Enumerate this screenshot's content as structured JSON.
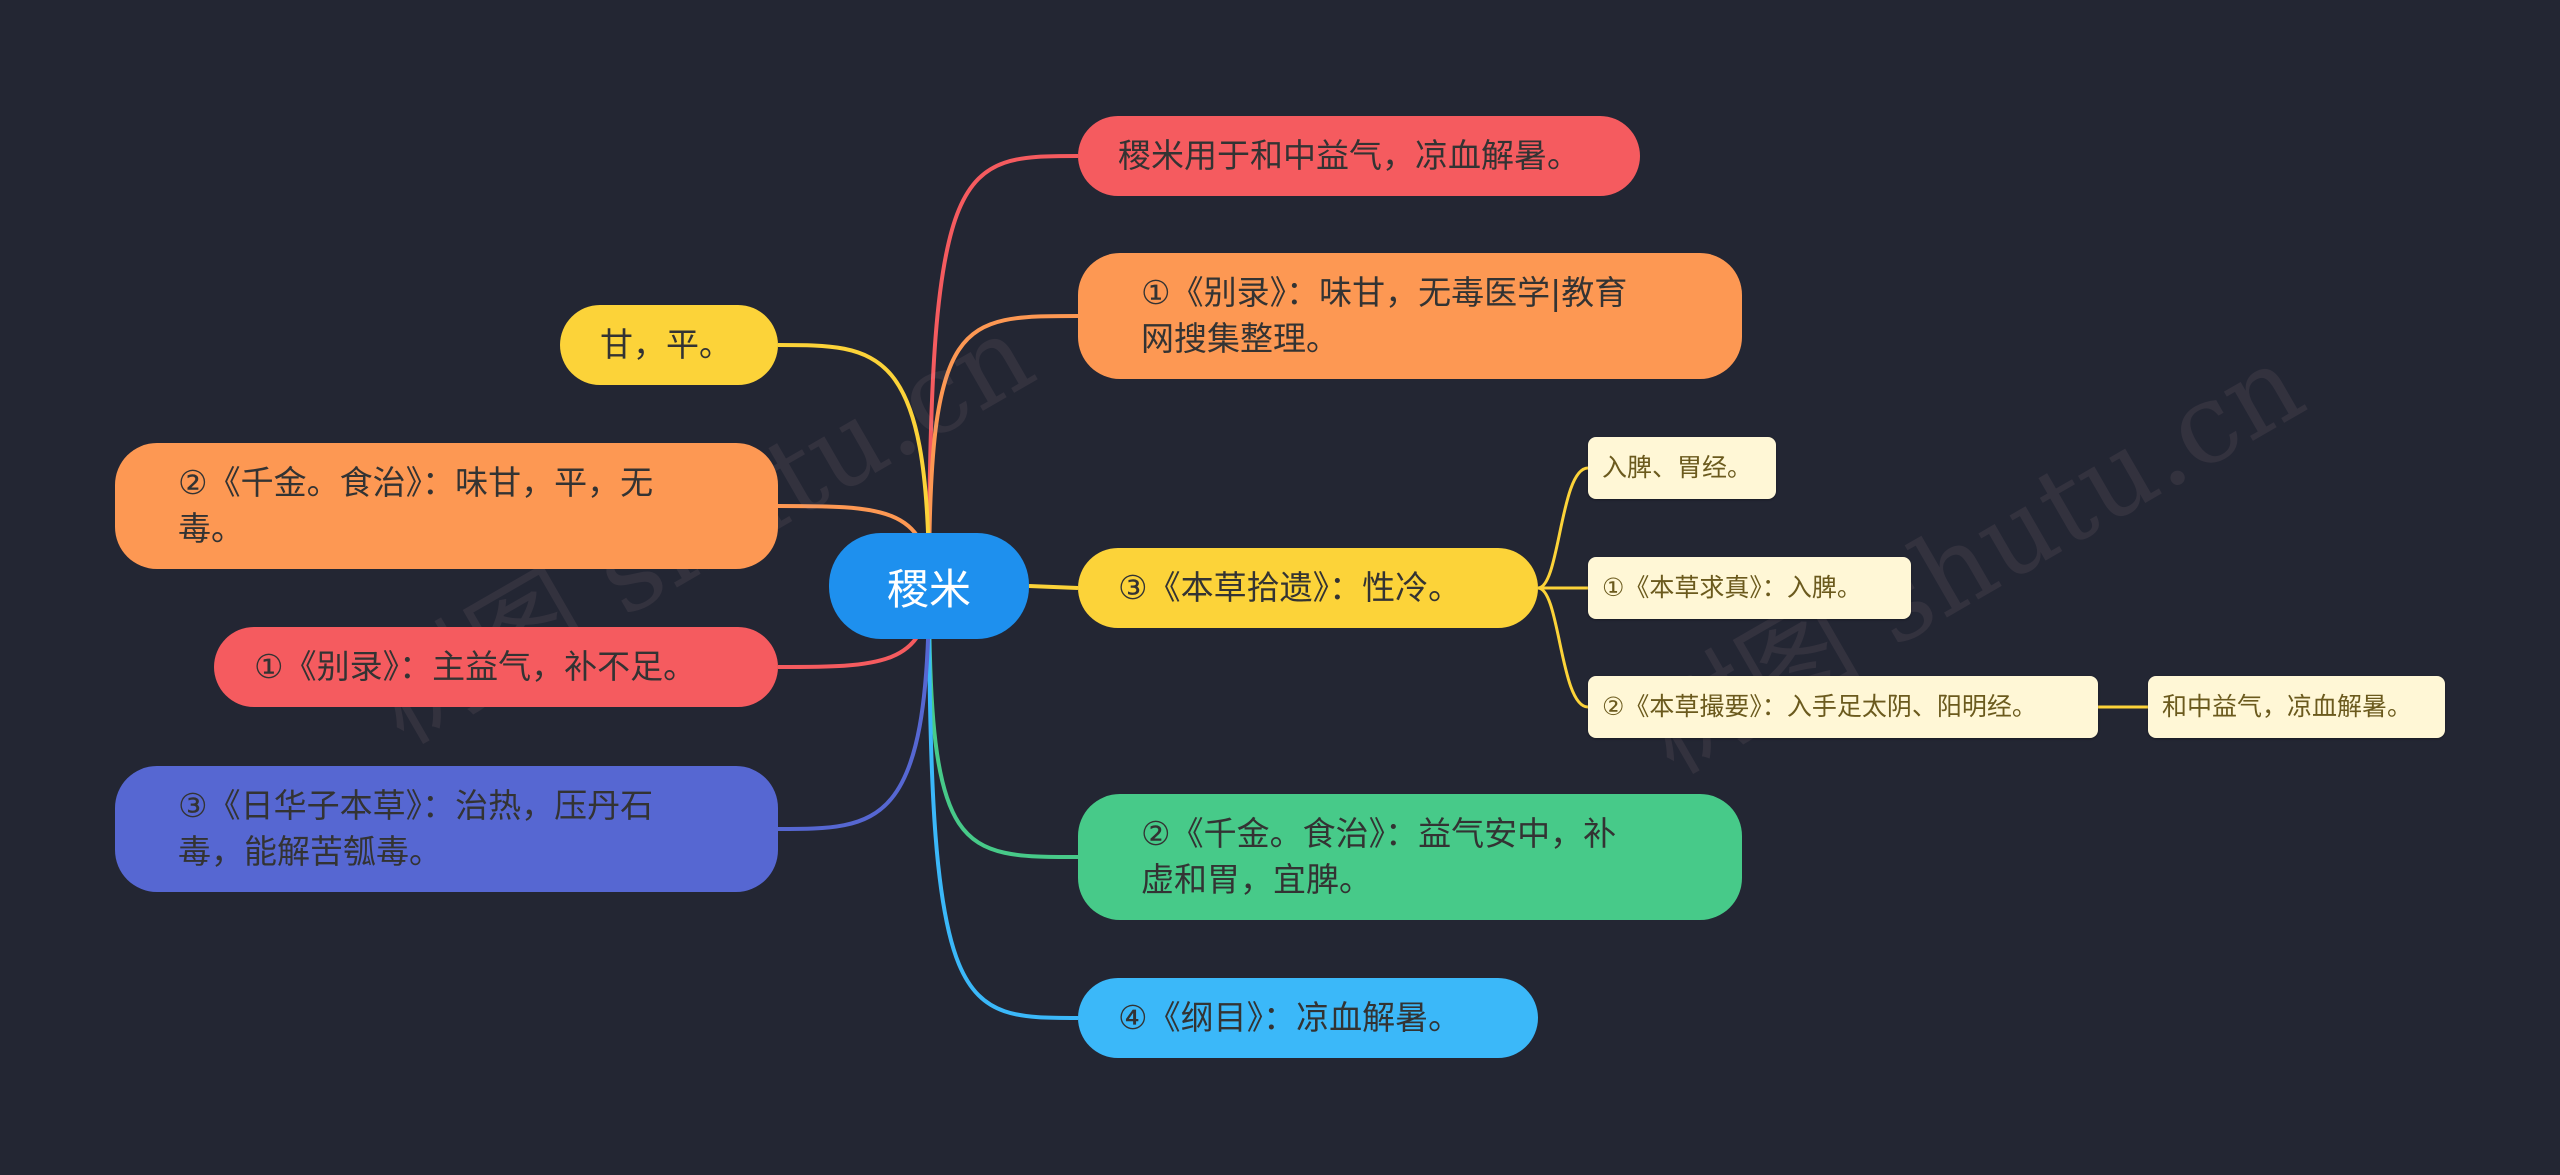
{
  "root": {
    "label": "稷米"
  },
  "right": [
    {
      "label": "稷米用于和中益气，凉血解暑。",
      "color": "#f55b5f"
    },
    {
      "label": "①《别录》：味甘，无毒医学|教育\n网搜集整理。",
      "color": "#fd9853"
    },
    {
      "label": "③《本草拾遗》：性冷。",
      "color": "#fcd339"
    },
    {
      "label": "②《千金。食治》：益气安中，补\n虚和胃，宜脾。",
      "color": "#47ca89"
    },
    {
      "label": "④《纲目》：凉血解暑。",
      "color": "#3bb8f9"
    }
  ],
  "left": [
    {
      "label": "甘，平。",
      "color": "#fcd339"
    },
    {
      "label": "②《千金。食治》：味甘，平，无\n毒。",
      "color": "#fd9853"
    },
    {
      "label": "①《别录》：主益气，补不足。",
      "color": "#f55b5f"
    },
    {
      "label": "③《日华子本草》：治热，压丹石\n毒，能解苦瓠毒。",
      "color": "#5667d2"
    }
  ],
  "sub": [
    {
      "label": "入脾、胃经。"
    },
    {
      "label": "①《本草求真》：入脾。"
    },
    {
      "label": "②《本草撮要》：入手足太阴、阳明经。"
    }
  ],
  "subsub": [
    {
      "label": "和中益气，凉血解暑。"
    }
  ],
  "watermarks": [
    "树图 shutu.cn",
    "树图 shutu.cn"
  ]
}
